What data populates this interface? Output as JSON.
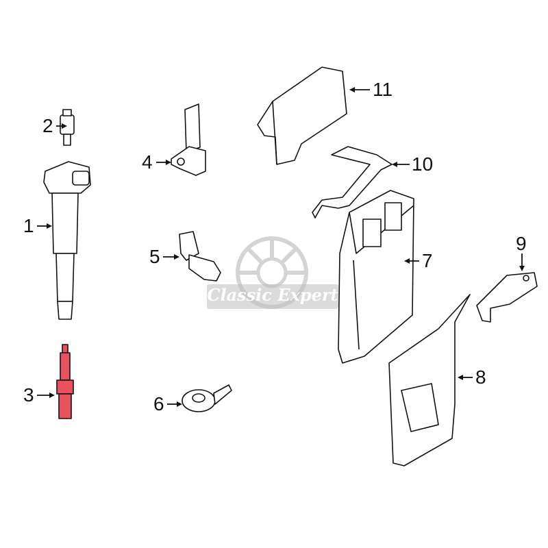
{
  "callouts": [
    "1",
    "2",
    "3",
    "4",
    "5",
    "6",
    "7",
    "8",
    "9",
    "10",
    "11"
  ],
  "watermark": {
    "text": "Classic Expert"
  },
  "colors": {
    "highlight": "#e8525e",
    "line": "#111111",
    "watermark": "#bfbfbf"
  }
}
